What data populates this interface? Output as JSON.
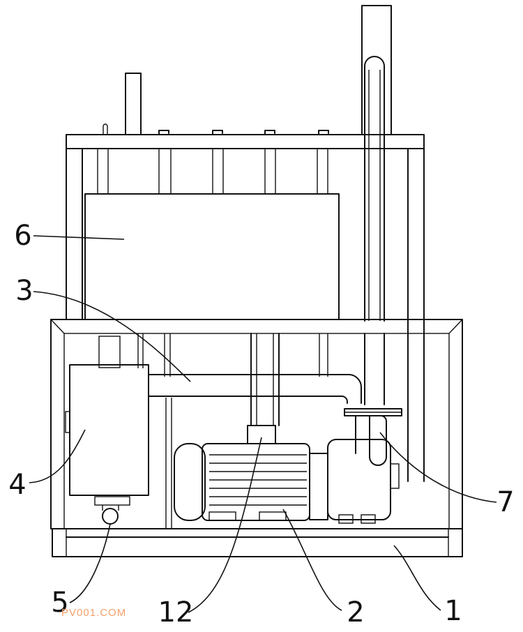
{
  "callouts": {
    "c1": "1",
    "c2": "2",
    "c3": "3",
    "c4": "4",
    "c5": "5",
    "c6": "6",
    "c7": "7",
    "c12": "12"
  },
  "watermark": "PV001.COM",
  "colors": {
    "line": "#111111",
    "watermark": "#f3a06a",
    "background": "#ffffff"
  }
}
